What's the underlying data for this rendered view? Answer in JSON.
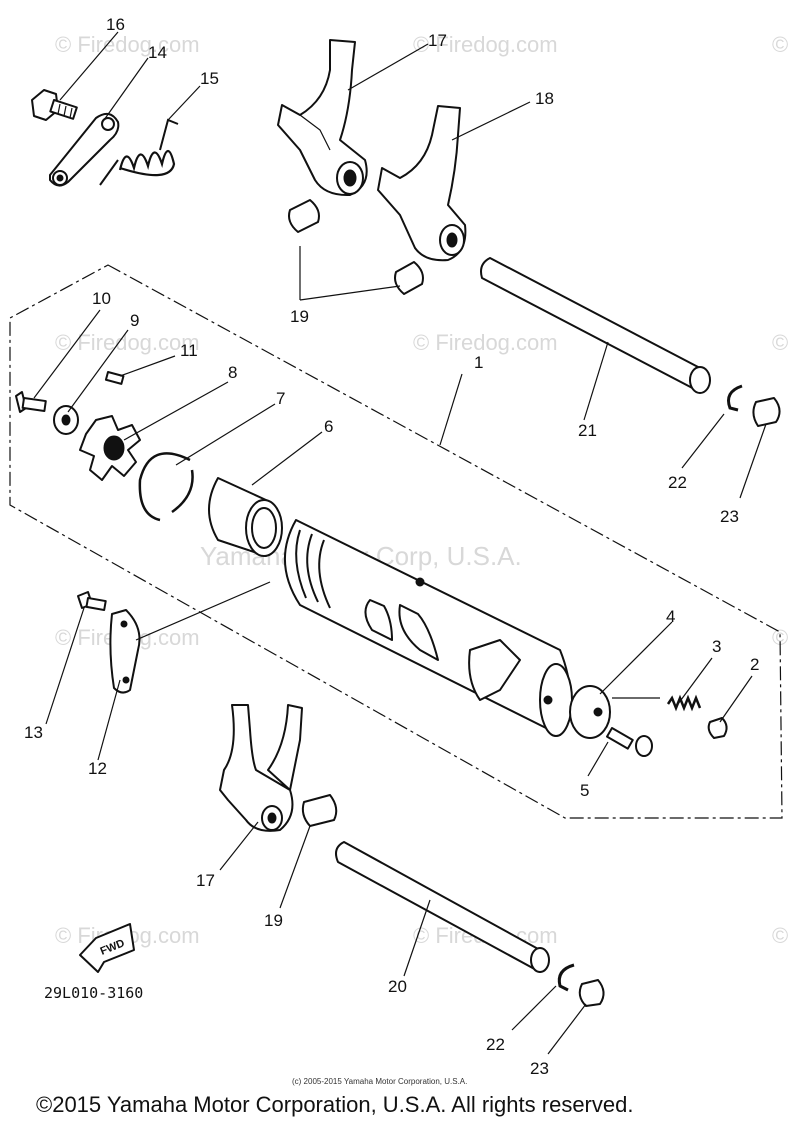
{
  "callouts": {
    "p1": "1",
    "p2": "2",
    "p3": "3",
    "p4": "4",
    "p5": "5",
    "p6": "6",
    "p7": "7",
    "p8": "8",
    "p9": "9",
    "p10": "10",
    "p11": "11",
    "p12": "12",
    "p13": "13",
    "p14": "14",
    "p15": "15",
    "p16": "16",
    "p17": "17",
    "p18": "18",
    "p19": "19",
    "p20": "20",
    "p21": "21",
    "p22": "22",
    "p23": "23"
  },
  "watermarks": [
    "© Firedog.com",
    "© Firedog.com",
    "© Firedog.com",
    "© Firedog.com",
    "© Firedog.com",
    "© Firedog.com",
    "© Firedog.com"
  ],
  "watermark_symbol": "©",
  "watermark_company": "Yamaha Motor Corp, U.S.A.",
  "fwd_label": "FWD",
  "diagram_code": "29L010-3160",
  "small_copyright": "(c) 2005-2015 Yamaha Motor Corporation, U.S.A.",
  "copyright": "©2015 Yamaha Motor Corporation, U.S.A. All rights reserved."
}
